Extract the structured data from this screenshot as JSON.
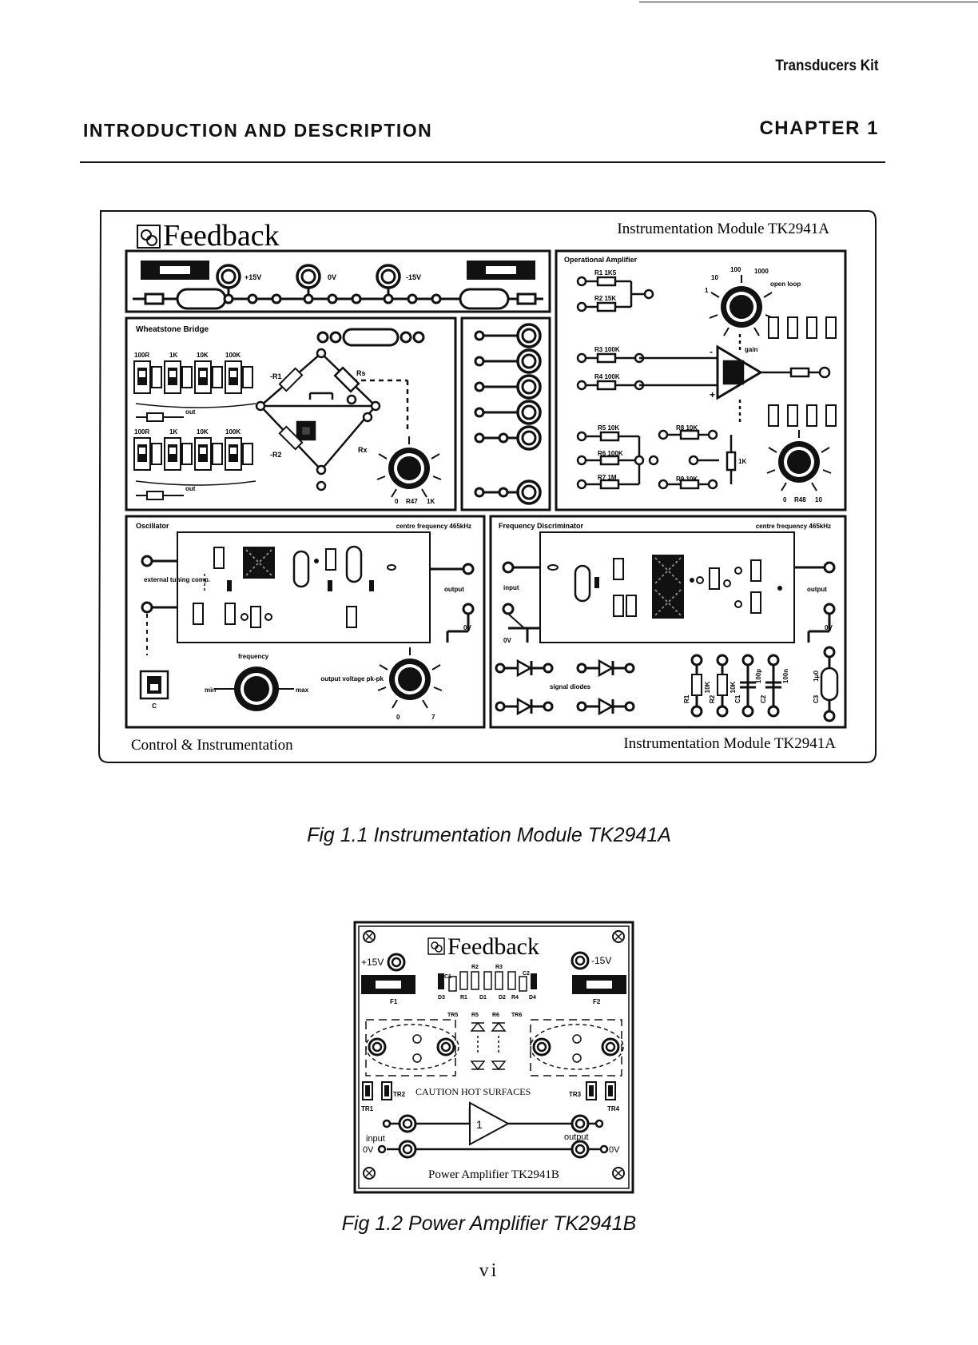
{
  "header": {
    "kit": "Transducers Kit",
    "section": "INTRODUCTION AND DESCRIPTION",
    "chapter": "CHAPTER 1"
  },
  "fig1": {
    "brand": "Feedback",
    "module_title": "Instrumentation Module TK2941A",
    "footer_left": "Control & Instrumentation",
    "footer_right": "Instrumentation Module TK2941A",
    "supply": [
      "+15V",
      "0V",
      "-15V"
    ],
    "wheatstone": {
      "title": "Wheatstone Bridge",
      "ranges": [
        "100R",
        "1K",
        "10K",
        "100K"
      ],
      "out": "out",
      "r1": "-R1",
      "r2": "-R2",
      "rs": "Rs",
      "rx": "Rx",
      "pot": [
        "0",
        "R47",
        "1K"
      ]
    },
    "opamp": {
      "title": "Operational Amplifier",
      "resistors": [
        {
          "name": "R1",
          "value": "1K5"
        },
        {
          "name": "R2",
          "value": "15K"
        },
        {
          "name": "R3",
          "value": "100K"
        },
        {
          "name": "R4",
          "value": "100K"
        },
        {
          "name": "R5",
          "value": "10K"
        },
        {
          "name": "R6",
          "value": "100K"
        },
        {
          "name": "R7",
          "value": "1M"
        },
        {
          "name": "R8",
          "value": "10K"
        },
        {
          "name": "R9",
          "value": "10K"
        }
      ],
      "gain_steps": [
        "1",
        "10",
        "100",
        "1000"
      ],
      "open_loop": "open loop",
      "gain": "gain",
      "minus": "-",
      "plus": "+",
      "pot_label": "1K",
      "pot": [
        "0",
        "R48",
        "10"
      ]
    },
    "oscillator": {
      "title": "Oscillator",
      "centre": "centre frequency 465kHz",
      "external": "external tuning comp.",
      "output": "output",
      "zero_v": "0V",
      "frequency": "frequency",
      "min": "min",
      "max": "max",
      "c": "C",
      "output_voltage": "output voltage pk-pk",
      "vmin": "0",
      "vmax": "7"
    },
    "discriminator": {
      "title": "Frequency Discriminator",
      "centre": "centre frequency 465kHz",
      "input": "input",
      "output": "output",
      "zero_v_in": "0V",
      "zero_v_out": "0V",
      "signal_diodes": "signal diodes",
      "parts": [
        {
          "name": "R1",
          "value": "10K"
        },
        {
          "name": "R2",
          "value": "10K"
        },
        {
          "name": "C1",
          "value": "100p"
        },
        {
          "name": "C2",
          "value": "100n"
        },
        {
          "name": "C3",
          "value": "1μ0"
        }
      ]
    }
  },
  "fig2": {
    "brand": "Feedback",
    "plus15": "+15V",
    "minus15": "-15V",
    "f1": "F1",
    "f2": "F2",
    "top_labels": [
      "R2",
      "R3"
    ],
    "c_labels": [
      "C1",
      "C2"
    ],
    "bottom_labels": [
      "D3",
      "R1",
      "D1",
      "D2",
      "R4",
      "D4"
    ],
    "tr5": "TR5",
    "r5": "R5",
    "r6": "R6",
    "tr6": "TR6",
    "caution": "CAUTION HOT SURFACES",
    "tr1": "TR1",
    "tr2": "TR2",
    "tr3": "TR3",
    "tr4": "TR4",
    "amp_gain": "1",
    "input": "input",
    "output": "output",
    "zero_v_left": "0V",
    "zero_v_right": "0V",
    "title": "Power Amplifier TK2941B"
  },
  "captions": {
    "fig1": "Fig 1.1 Instrumentation Module TK2941A",
    "fig2": "Fig 1.2 Power Amplifier TK2941B"
  },
  "page_number": "vi"
}
